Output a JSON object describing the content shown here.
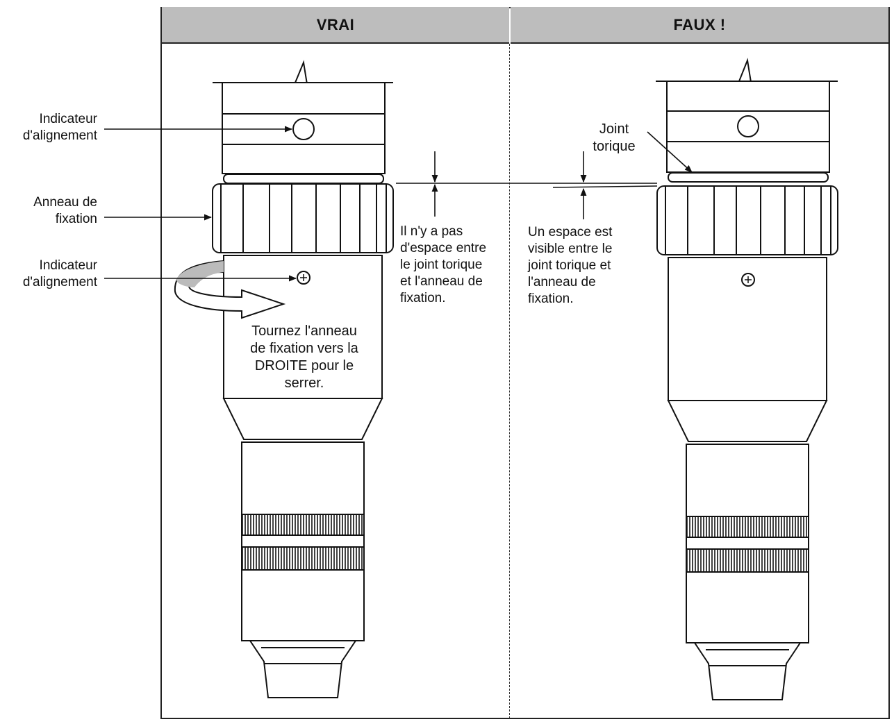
{
  "headers": {
    "left": "VRAI",
    "right": "FAUX !"
  },
  "labels": {
    "align_top": [
      "Indicateur",
      "d'alignement"
    ],
    "ring": [
      "Anneau de",
      "fixation"
    ],
    "align_bottom": [
      "Indicateur",
      "d'alignement"
    ],
    "no_gap": [
      "Il n'y a pas",
      "d'espace entre",
      "le joint torique",
      "et l'anneau de",
      "fixation."
    ],
    "gap_visible": [
      "Un espace est",
      "visible entre le",
      "joint torique et",
      "l'anneau de",
      "fixation."
    ],
    "joint": [
      "Joint",
      "torique"
    ],
    "turn": [
      "Tournez l'anneau",
      "de fixation vers la",
      "DROITE pour le",
      "serrer."
    ]
  }
}
